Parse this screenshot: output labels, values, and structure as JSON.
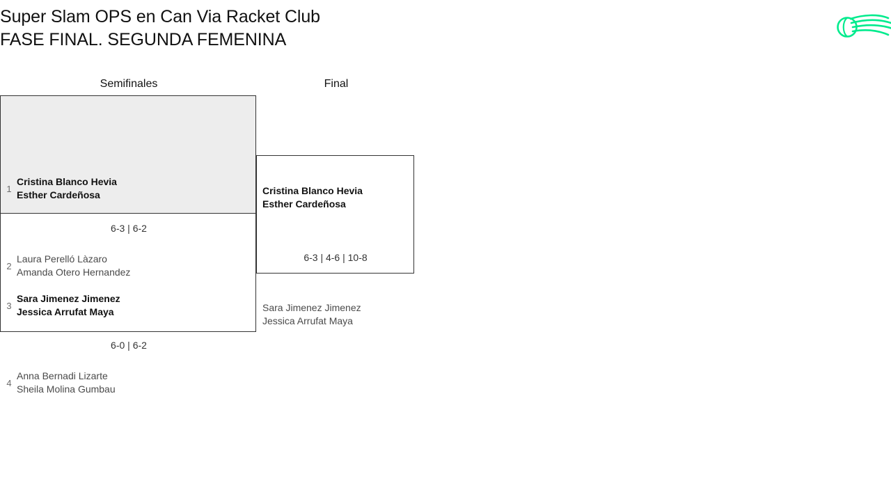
{
  "header": {
    "title_line1": "Super Slam OPS en Can Via Racket Club",
    "title_line2": "FASE FINAL. SEGUNDA FEMENINA",
    "logo_name": "tennis-ball-swoosh-logo",
    "logo_color": "#00eb8d"
  },
  "bracket": {
    "rounds": [
      {
        "label": "Semifinales"
      },
      {
        "label": "Final"
      }
    ],
    "semifinals": [
      {
        "highlighted": true,
        "top": {
          "seed": "1",
          "player1": "Cristina Blanco Hevia",
          "player2": "Esther Cardeñosa",
          "winner": true
        },
        "bottom": {
          "seed": "2",
          "player1": "Laura Perelló Làzaro",
          "player2": "Amanda Otero Hernandez",
          "winner": false
        },
        "score": "6-3 | 6-2"
      },
      {
        "highlighted": false,
        "top": {
          "seed": "3",
          "player1": "Sara Jimenez Jimenez",
          "player2": "Jessica Arrufat Maya",
          "winner": true
        },
        "bottom": {
          "seed": "4",
          "player1": "Anna Bernadi Lizarte",
          "player2": "Sheila Molina Gumbau",
          "winner": false
        },
        "score": "6-0 | 6-2"
      }
    ],
    "final": {
      "top": {
        "player1": "Cristina Blanco Hevia",
        "player2": "Esther Cardeñosa",
        "winner": true
      },
      "bottom": {
        "player1": "Sara Jimenez Jimenez",
        "player2": "Jessica Arrufat Maya",
        "winner": false
      },
      "score": "6-3 | 4-6 | 10-8"
    }
  }
}
